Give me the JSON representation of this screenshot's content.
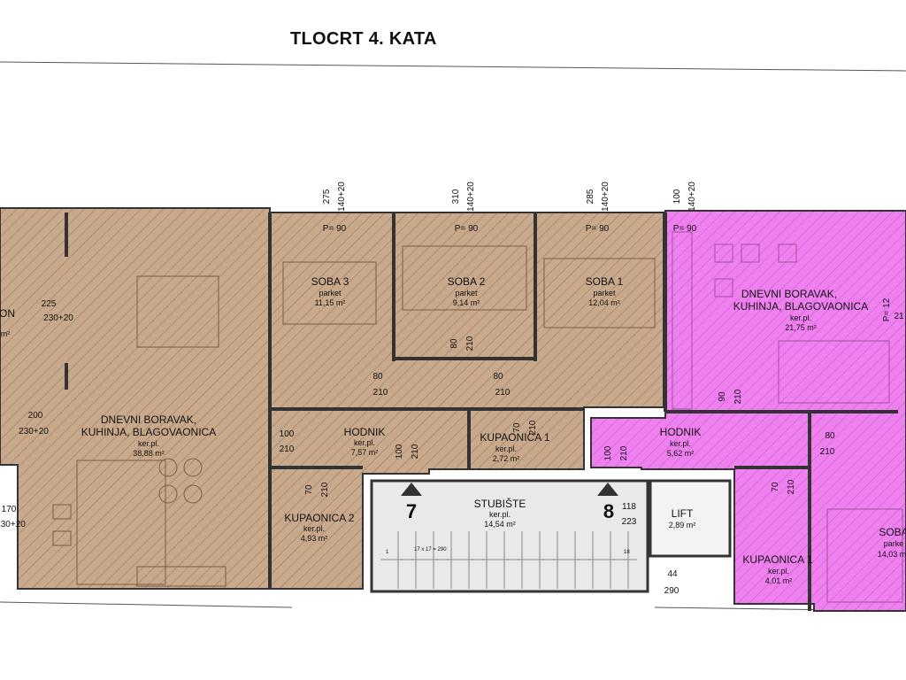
{
  "title": "TLOCRT 4. KATA",
  "colors": {
    "unit_a": "#c9a98c",
    "unit_b": "#ee82ee",
    "stair": "#e8e8e8",
    "wall": "#333333"
  },
  "rooms": [
    {
      "id": "soba3",
      "name": "SOBA 3",
      "floor": "parket",
      "area": "11,15 m²"
    },
    {
      "id": "soba2",
      "name": "SOBA 2",
      "floor": "parket",
      "area": "9,14 m²"
    },
    {
      "id": "soba1",
      "name": "SOBA 1",
      "floor": "parket",
      "area": "12,04 m²"
    },
    {
      "id": "dnevni_a",
      "name1": "DNEVNI BORAVAK,",
      "name2": "KUHINJA, BLAGOVAONICA",
      "floor": "ker.pl.",
      "area": "38,88 m²"
    },
    {
      "id": "hodnik_a",
      "name": "HODNIK",
      "floor": "ker.pl.",
      "area": "7,57 m²"
    },
    {
      "id": "kup1_a",
      "name": "KUPAONICA 1",
      "floor": "ker.pl.",
      "area": "2,72 m²"
    },
    {
      "id": "kup2_a",
      "name": "KUPAONICA 2",
      "floor": "ker.pl.",
      "area": "4,93 m²"
    },
    {
      "id": "stubiste",
      "name": "STUBIŠTE",
      "floor": "ker.pl.",
      "area": "14,54 m²"
    },
    {
      "id": "lift",
      "name": "LIFT",
      "area": "2,89 m²"
    },
    {
      "id": "dnevni_b",
      "name1": "DNEVNI BORAVAK,",
      "name2": "KUHINJA, BLAGOVAONICA",
      "floor": "ker.pl.",
      "area": "21,75 m²"
    },
    {
      "id": "hodnik_b",
      "name": "HODNIK",
      "floor": "ker.pl.",
      "area": "5,62 m²"
    },
    {
      "id": "kup1_b",
      "name": "KUPAONICA 1",
      "floor": "ker.pl.",
      "area": "4,01 m²"
    },
    {
      "id": "soba_b",
      "name": "SOBA",
      "floor": "parke",
      "area": "14,03 m"
    },
    {
      "id": "partial_left",
      "name": "ON",
      "area": "m²"
    }
  ],
  "dimensions": {
    "top_275": "275",
    "top_310": "310",
    "top_285": "285",
    "top_100": "100",
    "win": "140+20",
    "p90": "P= 90",
    "p12": "P= 12",
    "p21": "21",
    "d225": "225",
    "d230": "230+20",
    "d200": "200",
    "d230b": "230+20",
    "d170": "170",
    "d230c": "230+20",
    "d80": "80",
    "d210": "210",
    "d100": "100",
    "d70": "70",
    "d118": "118",
    "d223": "223",
    "d44": "44",
    "d290": "290",
    "d90": "90"
  },
  "stairs": {
    "num7": "7",
    "num8": "8",
    "steps_label": "17 x 17 = 290",
    "step1": "1",
    "step18": "18"
  }
}
